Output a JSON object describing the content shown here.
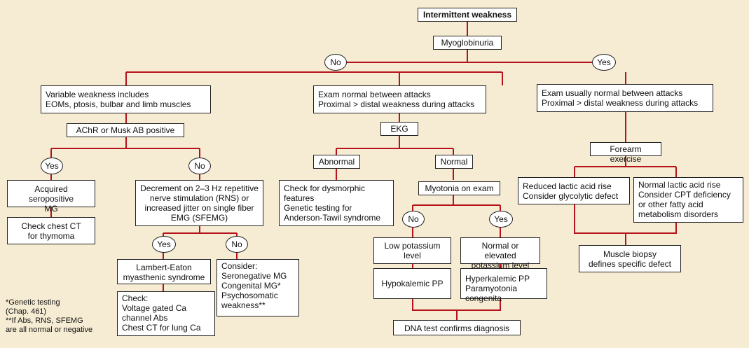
{
  "nodes": {
    "intermittent_weakness": "Intermittent weakness",
    "myoglobinuria": "Myoglobinuria",
    "no": "No",
    "yes": "Yes",
    "variable_weakness": "Variable weakness includes\n  EOMs, ptosis, bulbar and limb muscles",
    "exam_normal": "Exam normal between attacks\nProximal > distal weakness during attacks",
    "exam_usually_normal": "Exam usually normal between attacks\nProximal > distal weakness during attacks",
    "achr": "AChR or Musk AB positive",
    "ekg": "EKG",
    "forearm_exercise": "Forearm exercise",
    "acquired_seropositive": "Acquired seropositive\nMG",
    "check_chest_ct": "Check chest CT\nfor thymoma",
    "decrement": "Decrement on 2–3 Hz repetitive\nnerve stimulation (RNS) or\nincreased jitter on single fiber\nEMG (SFEMG)",
    "lambert_eaton": "Lambert-Eaton\nmyasthenic syndrome",
    "check_vgcc": "Check:\n  Voltage gated Ca\n  channel Abs\n  Chest CT for lung Ca",
    "consider": "Consider:\n  Seronegative MG\n  Congenital MG*\n  Psychosomatic\n  weakness**",
    "abnormal": "Abnormal",
    "normal": "Normal",
    "dysmorphic": "Check for dysmorphic\nfeatures\nGenetic testing for\nAnderson-Tawil syndrome",
    "myotonia": "Myotonia on exam",
    "low_potassium": "Low potassium\nlevel",
    "normal_elevated_potassium": "Normal or elevated\npotassium level",
    "hypokalemic": "Hypokalemic PP",
    "hyperkalemic": "Hyperkalemic PP\nParamyotonia congenita",
    "dna_test": "DNA test confirms diagnosis",
    "reduced_lactic": "Reduced lactic acid rise\nConsider glycolytic defect",
    "normal_lactic": "Normal lactic acid rise\nConsider CPT deficiency\nor other fatty acid\nmetabolism disorders",
    "muscle_biopsy": "Muscle biopsy\ndefines specific defect"
  },
  "footnote": "*Genetic testing\n  (Chap. 461)\n**If Abs, RNS, SFEMG\n  are all normal or negative",
  "colors": {
    "background": "#f6ecd3",
    "connector": "#b5121b",
    "box_fill": "#ffffff",
    "box_border": "#222222"
  }
}
